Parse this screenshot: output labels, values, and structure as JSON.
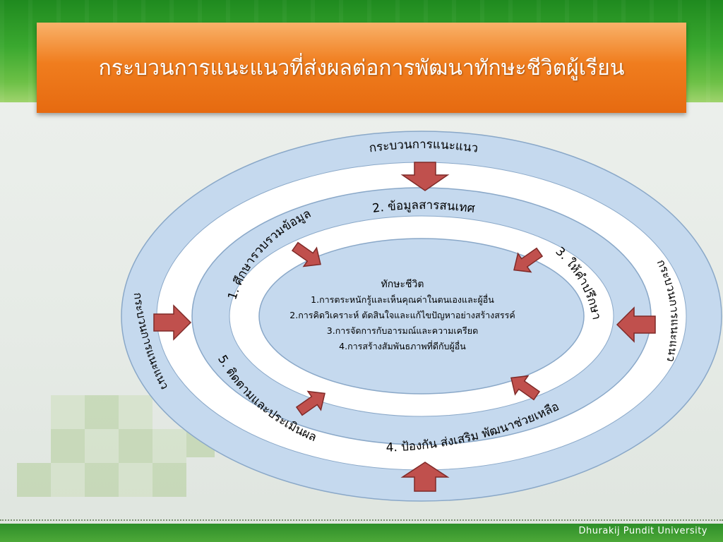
{
  "slide": {
    "title": "กระบวนการแนะแนวที่ส่งผลต่อการพัฒนาทักษะชีวิตผู้เรียน",
    "footer": "Dhurakij Pundit University"
  },
  "diagram": {
    "outer_label_top": "กระบวนการแนะแนว",
    "outer_label_left": "กระบวนการแนะแนว",
    "outer_label_right": "กระบวนการแนะแนว",
    "steps": [
      "1. ศึกษารวบรวมข้อมูล",
      "2. ข้อมูลสารสนเทศ",
      "3. ให้คำปรึกษา",
      "4. ป้องกัน ส่งเสริม พัฒนาช่วยเหลือ",
      "5. ติดตามและประเมินผล"
    ],
    "center": {
      "heading": "ทักษะชีวิต",
      "items": [
        "1.การตระหนักรู้และเห็นคุณค่าในตนเองและผู้อื่น",
        "2.การคิดวิเคราะห์ ตัดสินใจและแก้ไขปัญหาอย่างสร้างสรรค์",
        "3.การจัดการกับอารมณ์และความเครียด",
        "4.การสร้างสัมพันธภาพที่ดีกับผู้อื่น"
      ]
    }
  },
  "colors": {
    "ring_fill": "#c5d9ee",
    "ring_stroke": "#8aa8c8",
    "gap_fill": "#ffffff",
    "arrow_fill": "#c0504d",
    "arrow_stroke": "#7f2a28",
    "title_bg": "#f07d1e",
    "band_green": "#3aa82f"
  },
  "icons": [
    "arrow-down-icon",
    "arrow-up-icon",
    "arrow-left-icon",
    "arrow-right-icon",
    "arrow-diagonal-icon"
  ]
}
